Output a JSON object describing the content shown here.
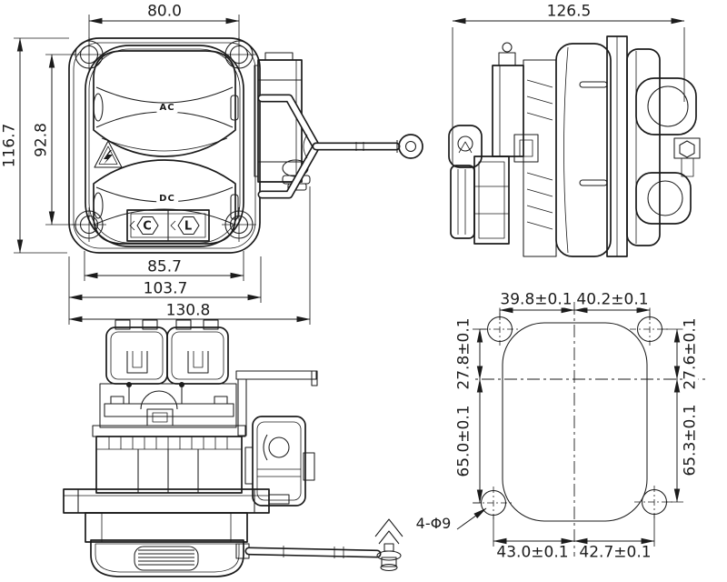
{
  "views": {
    "front": {
      "port_labels": {
        "top": "AC",
        "bottom": "DC"
      },
      "badges": {
        "left": "C",
        "right": "L"
      },
      "dims": {
        "hole_pitch_x": "80.0",
        "overall_height": "116.7",
        "hole_pitch_y": "92.8",
        "opening_width": "85.7",
        "flange_width": "103.7",
        "overall_width": "130.8"
      }
    },
    "side": {
      "dims": {
        "overall_depth": "126.5"
      }
    },
    "cutout": {
      "dims": {
        "pitch_top_left": "39.8±0.1",
        "pitch_top_right": "40.2±0.1",
        "offset_upper_left": "27.8±0.1",
        "offset_upper_right": "27.6±0.1",
        "offset_lower_left": "65.0±0.1",
        "offset_lower_right": "65.3±0.1",
        "pitch_bottom_left": "43.0±0.1",
        "pitch_bottom_right": "42.7±0.1",
        "hole_note": "4-Φ9"
      }
    }
  },
  "colors": {
    "line": "#1b1b1b",
    "background": "#ffffff"
  }
}
